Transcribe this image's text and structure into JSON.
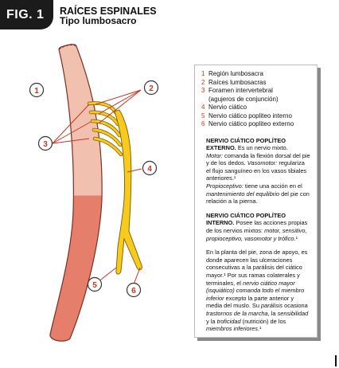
{
  "figure": {
    "tab_label": "FIG. 1",
    "title": "RAÍCES ESPINALES",
    "subtitle": "Tipo lumbosacro"
  },
  "colors": {
    "spine_top": "#f2c0ae",
    "spine_bottom": "#e57f6b",
    "nerve": "#f6cb1e",
    "number": "#c8361e"
  },
  "callouts": [
    "1",
    "2",
    "3",
    "4",
    "5",
    "6"
  ],
  "legend": [
    {
      "num": "1",
      "label": "Región lumbosacra"
    },
    {
      "num": "2",
      "label": "Raíces lumbosacras"
    },
    {
      "num": "3",
      "label": "Foramen intervertebral"
    },
    {
      "num": "",
      "label": "(agujeros de conjunción)"
    },
    {
      "num": "4",
      "label": "Nervio ciático"
    },
    {
      "num": "5",
      "label": "Nervio ciático popliteo interno"
    },
    {
      "num": "6",
      "label": "Nervio ciático popliteo externo"
    }
  ],
  "external": {
    "heading": "NERVIO CIÁTICO POPLÍTEO EXTERNO.",
    "s1": " Es un nervio mixto.",
    "motor_label": "Motor:",
    "s2": " comanda la flexión dorsal del pie y de los dedos.",
    "vaso_label": "Vasomotor:",
    "s3": " regulariza el flujo sanguíneo en los vasos tibiales anteriores.¹",
    "proprio_label": "Propioceptivo:",
    "s4": " tiene una acción en el ",
    "mant": "mantenimiento del equilibrio",
    "s5": " del pie con relación a la pierna."
  },
  "internal": {
    "heading": "NERVIO CIÁTICO POPLÍTEO INTERNO.",
    "s1": " Posee las acciones propias de los nervios mixtos: ",
    "list": "motor, sensitivo, propioceptivo, vasomotor y trófico.",
    "s2": "¹"
  },
  "plantar": {
    "s1": "En la planta del pie, zona de apoyo, es donde aparecen las ulceraciones consecutivas a la parálisis del ciático mayor.¹ Por sus ramas colaterales y terminales, el ",
    "it1": "nervio ciático mayor (isquiático) comanda todo el miembro inferior",
    "s2": " excepto la parte anterior y media del muslo. Su ",
    "par": "parálisis",
    "s3": " ocasiona ",
    "tras": "trastornos de la marcha",
    "s4": ", la ",
    "sens": "sensibilidad",
    "s5": " y la ",
    "trof": "troficidad",
    "s6": " (nutrición) de los ",
    "miem": "miembros inferiores",
    "s7": ".¹"
  }
}
